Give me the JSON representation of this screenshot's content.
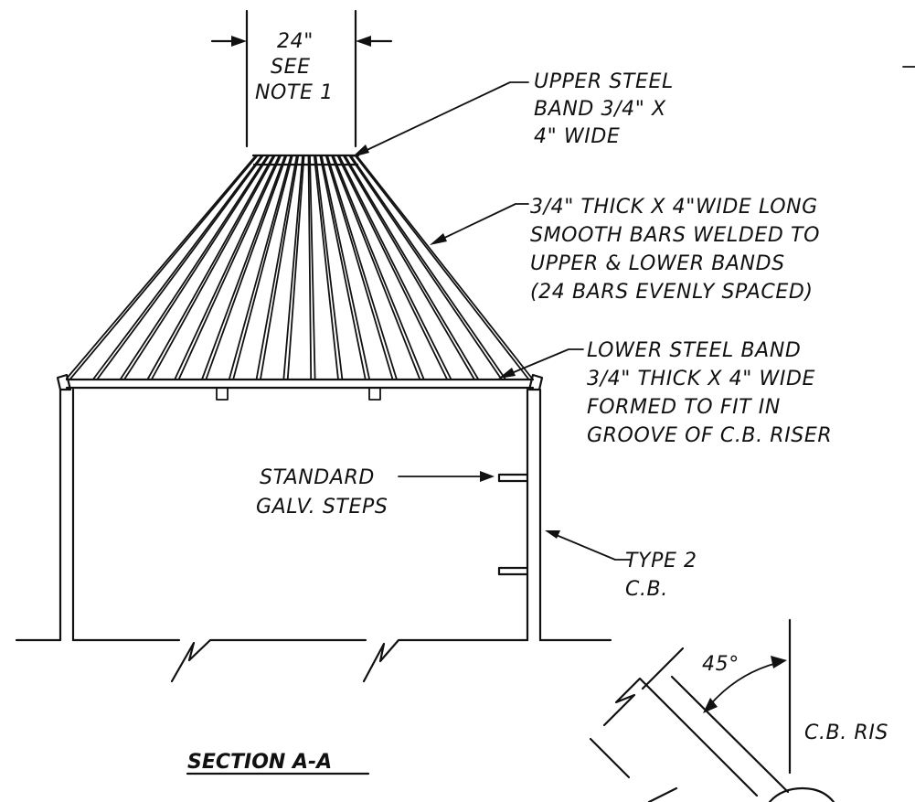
{
  "labels": {
    "width_value": "24\"",
    "see": "SEE",
    "note": "NOTE 1",
    "upper_band": [
      "UPPER STEEL",
      "BAND 3/4\" X",
      "4\" WIDE"
    ],
    "bars": [
      "3/4\" THICK X 4\"WIDE LONG",
      "SMOOTH BARS WELDED TO",
      "UPPER & LOWER BANDS",
      "(24 BARS EVENLY SPACED)"
    ],
    "lower_band": [
      "LOWER STEEL BAND",
      "3/4\" THICK X 4\" WIDE",
      "FORMED TO FIT IN",
      "GROOVE OF C.B. RISER"
    ],
    "steps": [
      "STANDARD",
      "GALV. STEPS"
    ],
    "cb_type": [
      "TYPE 2",
      "C.B."
    ],
    "angle": "45°",
    "riser": "C.B. RIS",
    "section_title": "SECTION A-A"
  },
  "bar_count": 24
}
